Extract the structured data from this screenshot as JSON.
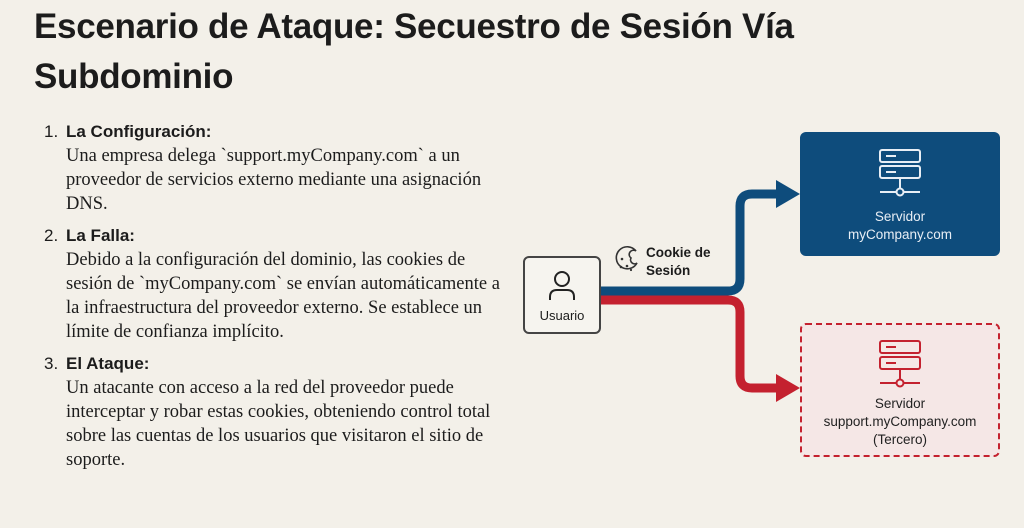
{
  "title": "Escenario de Ataque: Secuestro de Sesión Vía Subdominio",
  "steps": [
    {
      "num": "1.",
      "heading": "La Configuración:",
      "body": "Una empresa delega `support.myCompany.com` a un proveedor de servicios externo mediante una asignación DNS."
    },
    {
      "num": "2.",
      "heading": "La Falla:",
      "body": "Debido a la configuración del dominio, las cookies de sesión de `myCompany.com` se envían automáticamente a la infraestructura del proveedor externo. Se establece un límite de confianza implícito."
    },
    {
      "num": "3.",
      "heading": "El Ataque:",
      "body": "Un atacante con acceso a la red del proveedor puede interceptar y robar estas cookies, obteniendo control total sobre las cuentas de los usuarios que visitaron el sitio de soporte."
    }
  ],
  "diagram": {
    "user_label": "Usuario",
    "cookie_label_1": "Cookie de",
    "cookie_label_2": "Sesión",
    "server_a_1": "Servidor",
    "server_a_2": "myCompany.com",
    "server_b_1": "Servidor",
    "server_b_2": "support.myCompany.com",
    "server_b_3": "(Tercero)",
    "colors": {
      "blue": "#0e4c7c",
      "red": "#c4212f"
    }
  }
}
